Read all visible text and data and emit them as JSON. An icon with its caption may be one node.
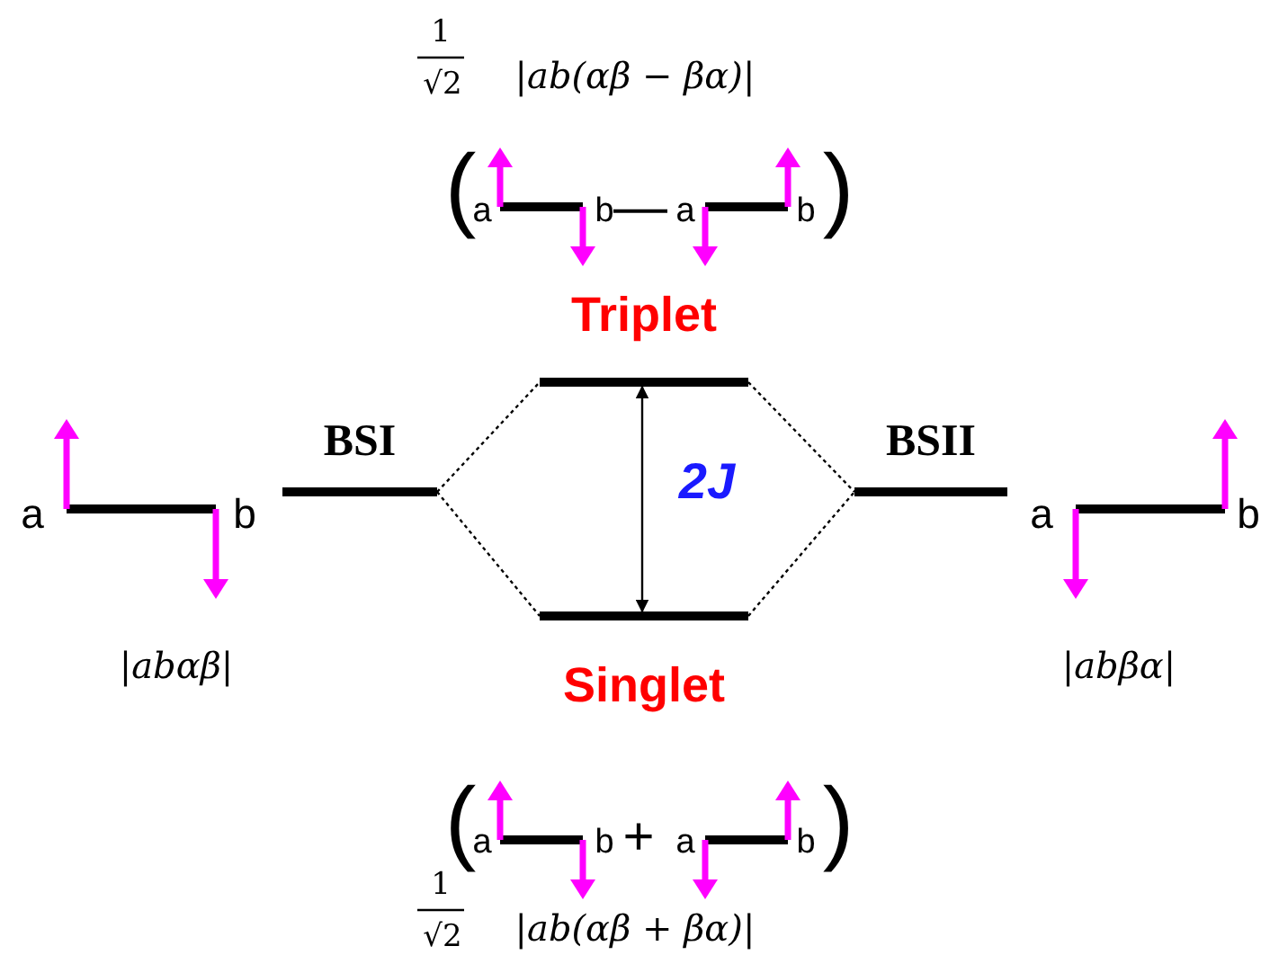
{
  "diagram": {
    "nodes": [
      {
        "text": [
          "BSI"
        ]
      },
      {
        "text": [
          "Triplet"
        ]
      },
      {
        "text": [
          "Singlet"
        ]
      },
      {
        "text": [
          "BSII"
        ]
      }
    ],
    "edges": [
      {
        "from": 0,
        "to": 1,
        "arrow": "none",
        "style": "dashed"
      },
      {
        "from": 0,
        "to": 2,
        "arrow": "none",
        "style": "dashed"
      },
      {
        "from": 1,
        "to": 3,
        "arrow": "none",
        "style": "dashed"
      },
      {
        "from": 2,
        "to": 3,
        "arrow": "none",
        "style": "dashed"
      },
      {
        "from": 1,
        "to": 2,
        "arrow": "both",
        "label": "2J"
      }
    ],
    "labels": [
      "1",
      "√2",
      "|ab(αβ − βα)|",
      "(",
      "a",
      "b",
      "—",
      "a",
      "b",
      ")",
      "a",
      "b",
      "a",
      "b",
      "|abαβ|",
      "|abβα|",
      "(",
      "a",
      "b",
      "+",
      "a",
      "b",
      ")",
      "1",
      "√2",
      "|ab(αβ + βα)|"
    ]
  }
}
